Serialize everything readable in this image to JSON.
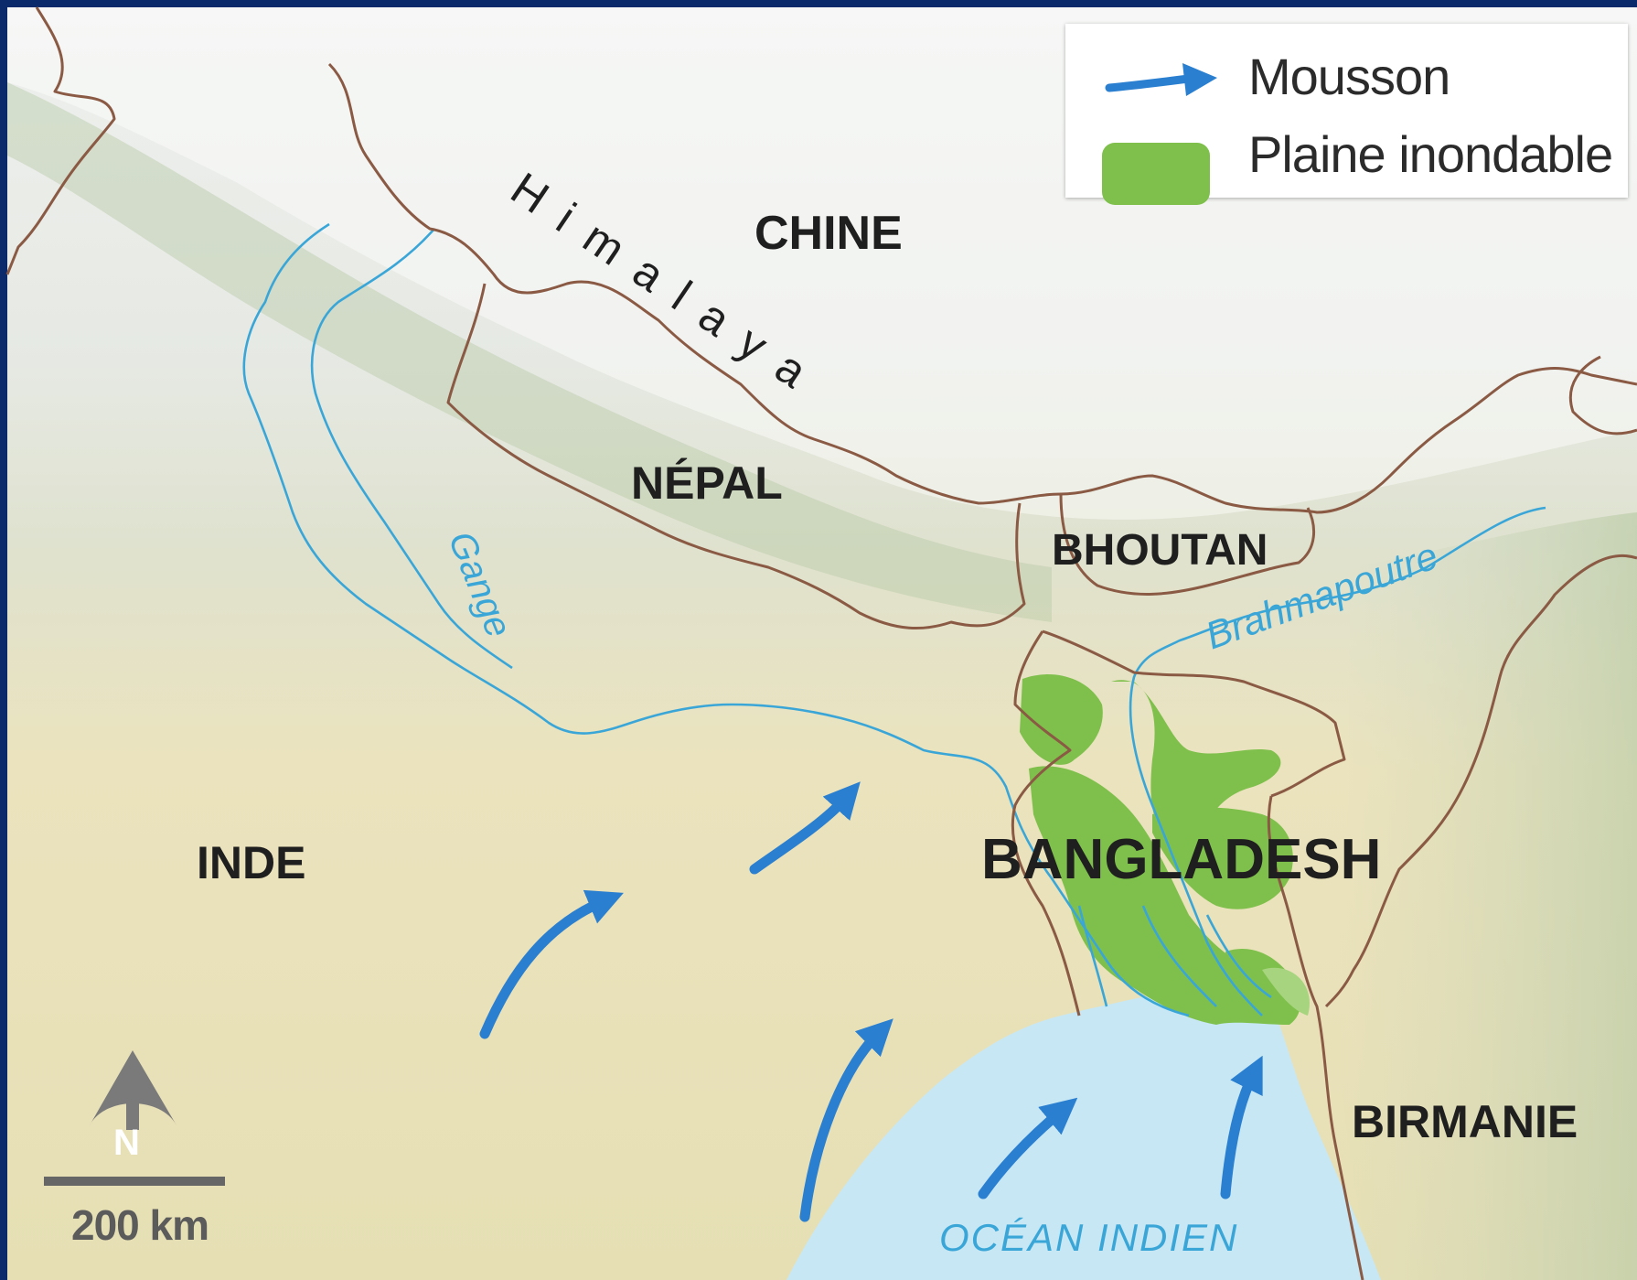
{
  "legend": {
    "items": [
      {
        "label": "Mousson",
        "symbol": "monsoon-arrow",
        "color": "#2a7fd0"
      },
      {
        "label": "Plaine inondable",
        "symbol": "flood-plain-swatch",
        "color": "#7ec04b"
      }
    ]
  },
  "labels": {
    "china": "CHINE",
    "himalaya": "Himalaya",
    "nepal": "NÉPAL",
    "bhutan": "BHOUTAN",
    "india": "INDE",
    "bangladesh": "BANGLADESH",
    "burma": "BIRMANIE",
    "ganges": "Gange",
    "brahmaputra": "Brahmapoutre",
    "ocean": "OCÉAN INDIEN"
  },
  "compass": {
    "letter": "N"
  },
  "scale": {
    "text": "200 km"
  },
  "colors": {
    "border": "#8a5a44",
    "river": "#3aa6d8",
    "sea": "#c7e7f4",
    "lowland": "#ece4bd",
    "mountain": "#e9ecea",
    "flood": "#7ec04b",
    "monsoon": "#2a7fd0",
    "frame": "#0b2a6b"
  }
}
